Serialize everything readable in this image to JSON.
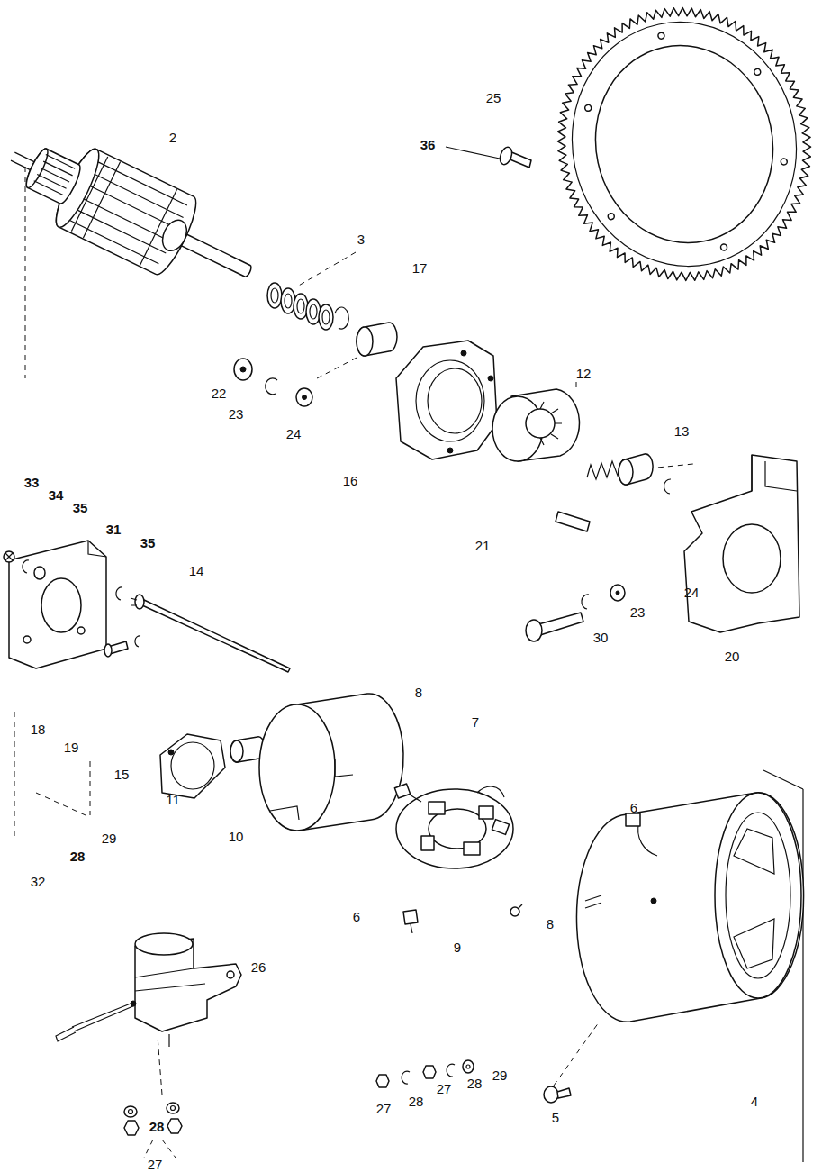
{
  "diagram": {
    "labels": [
      "2",
      "25",
      "36",
      "3",
      "17",
      "12",
      "22",
      "23",
      "24",
      "13",
      "16",
      "33",
      "34",
      "35",
      "31",
      "35",
      "21",
      "14",
      "24",
      "23",
      "30",
      "20",
      "8",
      "7",
      "18",
      "19",
      "15",
      "11",
      "6",
      "29",
      "10",
      "28",
      "32",
      "6",
      "8",
      "9",
      "26",
      "29",
      "28",
      "27",
      "28",
      "5",
      "4",
      "27",
      "28",
      "27"
    ]
  }
}
